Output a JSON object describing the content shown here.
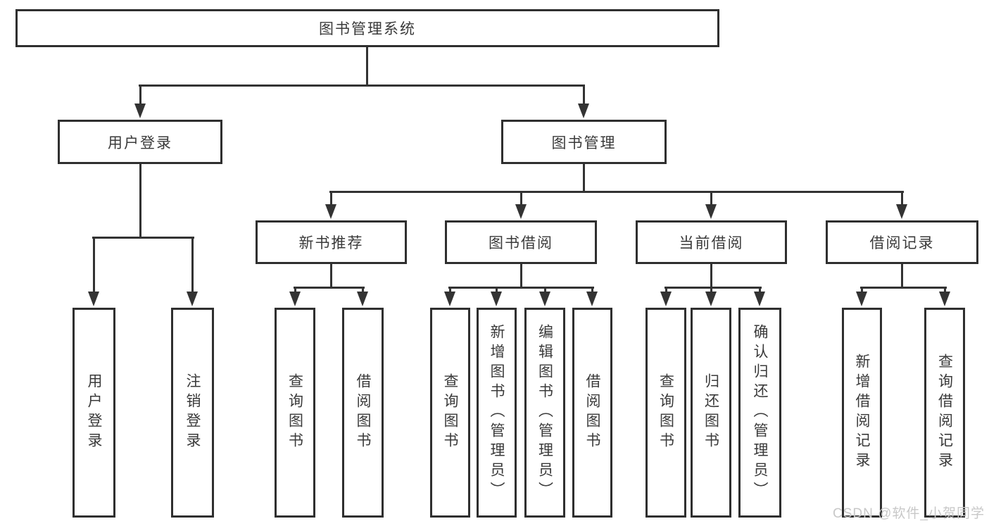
{
  "tree": {
    "label": "图书管理系统",
    "children": [
      {
        "label": "用户登录",
        "children": [
          {
            "label": "用户登录"
          },
          {
            "label": "注销登录"
          }
        ]
      },
      {
        "label": "图书管理",
        "children": [
          {
            "label": "新书推荐",
            "children": [
              {
                "label": "查询图书"
              },
              {
                "label": "借阅图书"
              }
            ]
          },
          {
            "label": "图书借阅",
            "children": [
              {
                "label": "查询图书"
              },
              {
                "label": "新增图书（管理员）"
              },
              {
                "label": "编辑图书（管理员）"
              },
              {
                "label": "借阅图书"
              }
            ]
          },
          {
            "label": "当前借阅",
            "children": [
              {
                "label": "查询图书"
              },
              {
                "label": "归还图书"
              },
              {
                "label": "确认归还（管理员）"
              }
            ]
          },
          {
            "label": "借阅记录",
            "children": [
              {
                "label": "新增借阅记录"
              },
              {
                "label": "查询借阅记录"
              }
            ]
          }
        ]
      }
    ]
  },
  "watermark": {
    "text": "CSDN @软件_小贺同学"
  },
  "colors": {
    "background": "#ffffff",
    "line": "#333333",
    "border": "#2f2f2f",
    "text": "#3a3a3a",
    "watermark": "#c8c8c8"
  }
}
